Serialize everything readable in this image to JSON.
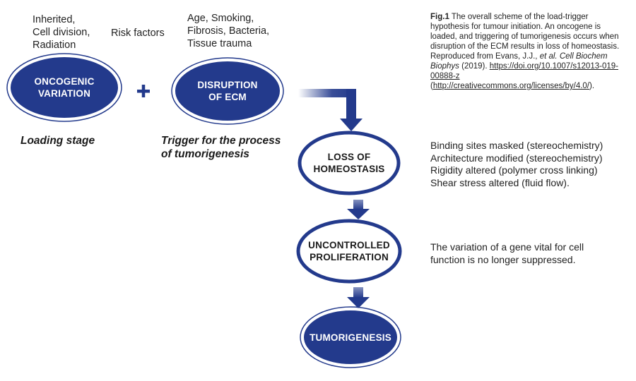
{
  "labels": {
    "loading_causes": "Inherited,\nCell division,\nRadiation",
    "risk_factors": "Risk factors",
    "trigger_causes": "Age, Smoking,\nFibrosis, Bacteria,\nTissue trauma",
    "plus": "+",
    "loading_stage": "Loading stage",
    "trigger_stage": "Trigger for the process\nof tumorigenesis"
  },
  "nodes": {
    "oncogenic_variation": "ONCOGENIC\nVARIATION",
    "disruption_ecm": "DISRUPTION\nOF ECM",
    "loss_homeostasis": "LOSS OF\nHOMEOSTASIS",
    "uncontrolled_proliferation": "UNCONTROLLED\nPROLIFERATION",
    "tumorigenesis": "TUMORIGENESIS"
  },
  "homeostasis_notes": [
    "Binding sites masked (stereochemistry)",
    "Architecture modified (stereochemistry)",
    "Rigidity altered (polymer cross linking)",
    "Shear stress altered (fluid flow)."
  ],
  "proliferation_note": "The variation of a gene vital for cell\nfunction is no longer suppressed.",
  "caption": {
    "fig_label": "Fig.1",
    "text": " The overall scheme of the load-trigger hypothesis for tumour initiation. An oncogene is loaded, and triggering of tumorigenesis occurs when disruption of the ECM results in loss of homeostasis. Reproduced from Evans, J.J., ",
    "et_al": "et al.",
    "journal": " Cell Biochem Biophys",
    "year": " (2019). ",
    "doi": "https://doi.org/10.1007/s12013-019-00888-z",
    "license_open": " (",
    "license": "http://creativecommons.org/licenses/by/4.0/",
    "license_close": ")."
  },
  "colors": {
    "navy": "#233a8c",
    "white": "#ffffff"
  }
}
